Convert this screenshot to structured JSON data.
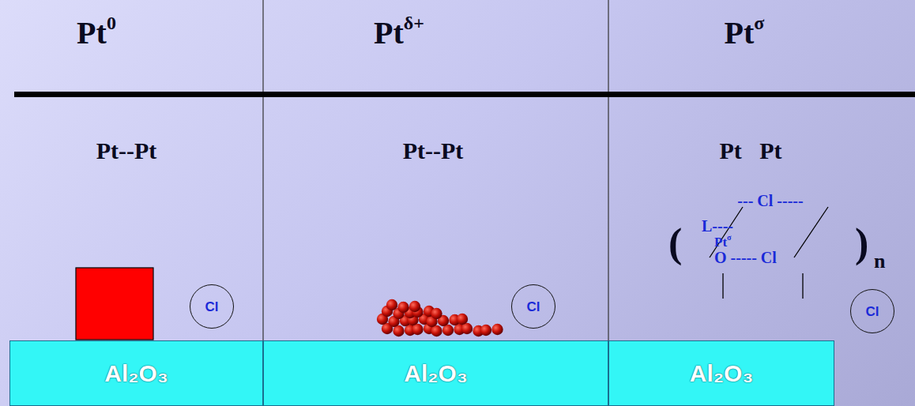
{
  "diagram": {
    "nodes": [
      {
        "text": [
          "Cl"
        ]
      },
      {
        "text": [
          "Cl"
        ]
      },
      {
        "text": [
          "Cl"
        ]
      },
      {
        "text": [
          "Al₂O₃"
        ]
      },
      {
        "text": [
          "Al₂O₃"
        ]
      },
      {
        "text": [
          "Al₂O₃"
        ]
      }
    ],
    "labels": [
      "Pt",
      "0",
      "Pt",
      "δ+",
      "Pt",
      "σ",
      "Pt--Pt",
      "Pt--Pt",
      "Pt Pt",
      "--- Cl -----",
      "L----",
      "Pt",
      "σ",
      "O ----- Cl",
      "(",
      ")",
      "n"
    ]
  }
}
